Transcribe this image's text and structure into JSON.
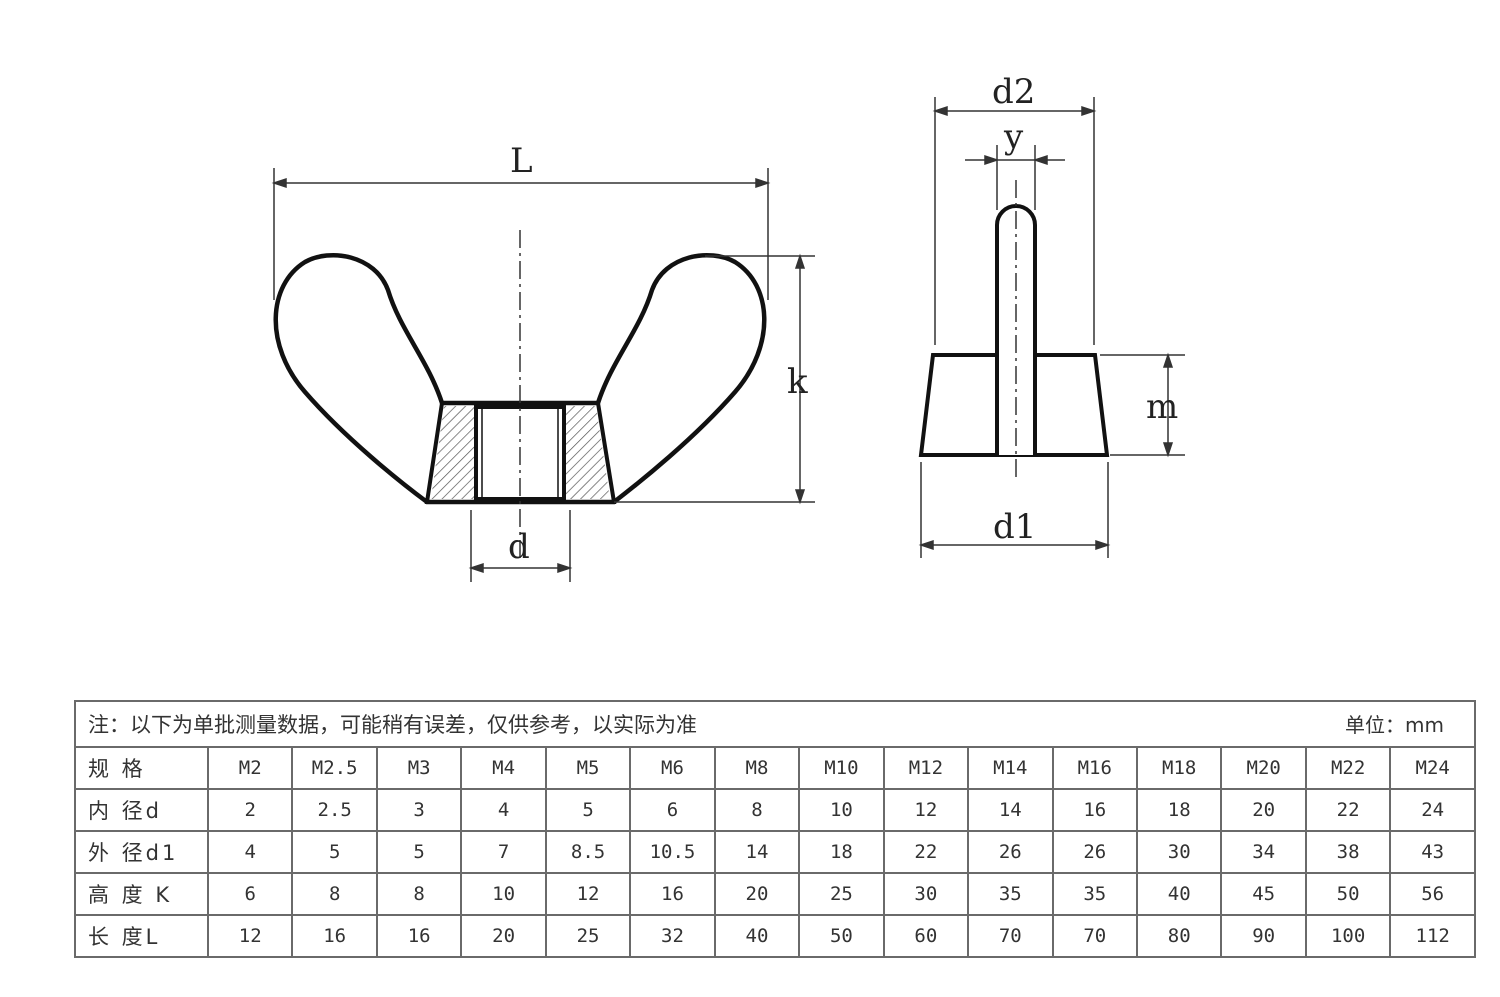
{
  "diagram": {
    "front_labels": {
      "length": "L",
      "height": "k",
      "inner": "d"
    },
    "side_labels": {
      "outer_top": "d2",
      "wing_thickness": "y",
      "base_height": "m",
      "outer_bottom": "d1"
    }
  },
  "table": {
    "note": "注：以下为单批测量数据，可能稍有误差，仅供参考，以实际为准",
    "unit": "单位：mm",
    "spec_label": "规 格",
    "sizes": [
      "M2",
      "M2.5",
      "M3",
      "M4",
      "M5",
      "M6",
      "M8",
      "M10",
      "M12",
      "M14",
      "M16",
      "M18",
      "M20",
      "M22",
      "M24"
    ],
    "rows": [
      {
        "label": "内 径d",
        "values": [
          "2",
          "2.5",
          "3",
          "4",
          "5",
          "6",
          "8",
          "10",
          "12",
          "14",
          "16",
          "18",
          "20",
          "22",
          "24"
        ]
      },
      {
        "label": "外 径d1",
        "values": [
          "4",
          "5",
          "5",
          "7",
          "8.5",
          "10.5",
          "14",
          "18",
          "22",
          "26",
          "26",
          "30",
          "34",
          "38",
          "43"
        ]
      },
      {
        "label": "高 度 K",
        "values": [
          "6",
          "8",
          "8",
          "10",
          "12",
          "16",
          "20",
          "25",
          "30",
          "35",
          "35",
          "40",
          "45",
          "50",
          "56"
        ]
      },
      {
        "label": "长 度L",
        "values": [
          "12",
          "16",
          "16",
          "20",
          "25",
          "32",
          "40",
          "50",
          "60",
          "70",
          "70",
          "80",
          "90",
          "100",
          "112"
        ]
      }
    ]
  }
}
